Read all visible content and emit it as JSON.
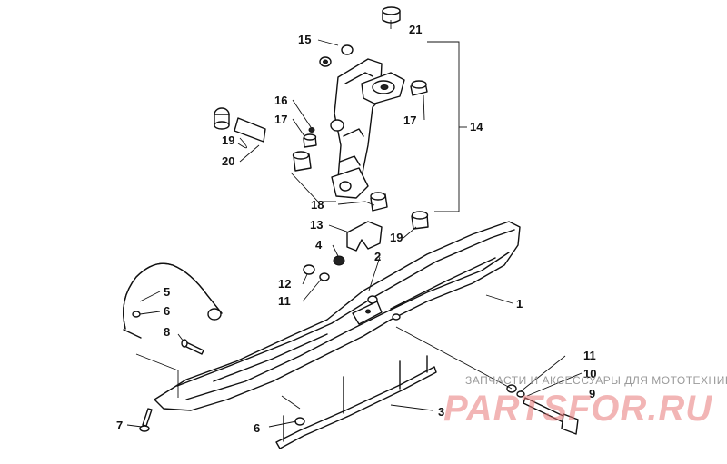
{
  "diagram": {
    "callouts": [
      "21",
      "15",
      "16",
      "17",
      "17",
      "14",
      "19",
      "20",
      "18",
      "13",
      "4",
      "19",
      "2",
      "12",
      "11",
      "5",
      "6",
      "8",
      "1",
      "11",
      "10",
      "9",
      "7",
      "6",
      "3"
    ]
  },
  "watermark": {
    "tagline": "ЗАПЧАСТИ И АКСЕССУАРЫ ДЛЯ МОТОТЕХНИКИ",
    "logo_text": "PARTSFOR.RU"
  },
  "colors": {
    "line": "#111111",
    "watermark_logo": "#e87878",
    "watermark_tagline": "#9a9a9a"
  }
}
